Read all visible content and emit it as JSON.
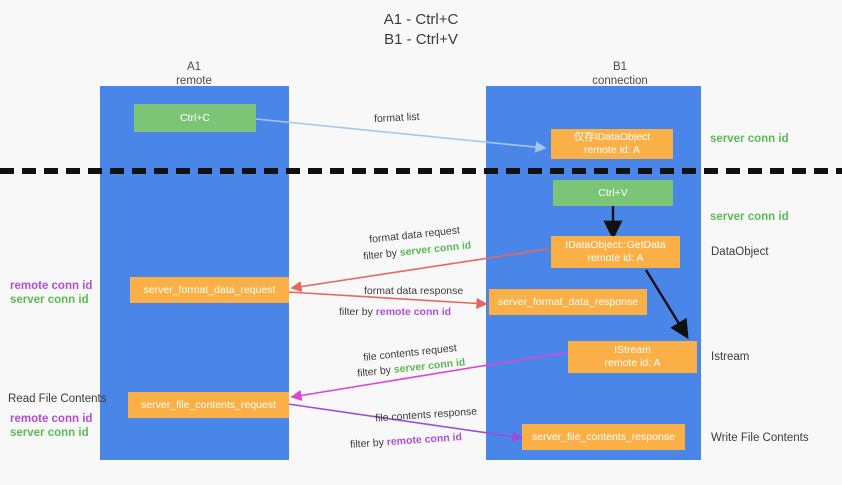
{
  "title": {
    "line1": "A1 - Ctrl+C",
    "line2": "B1 - Ctrl+V"
  },
  "columns": [
    {
      "name": "A1",
      "sub": "remote"
    },
    {
      "name": "B1",
      "sub": "connection"
    }
  ],
  "colors": {
    "lane": "#4a86e8",
    "orange": "#fbb047",
    "green_box": "#7cc576",
    "green_text": "#5bba52",
    "purple_text": "#b04ed6",
    "arrow_blue": "#a7c7ea",
    "arrow_red": "#e8665f",
    "arrow_magenta": "#d64ad6",
    "arrow_purple": "#9b4edb",
    "arrow_black": "#111111",
    "background": "#f8f8f8"
  },
  "boxes": {
    "ctrl_c": {
      "label": "Ctrl+C"
    },
    "ctrl_v": {
      "label": "Ctrl+V"
    },
    "data_object_recv": {
      "line1": "仅存IDataObject",
      "line2": "remote id: A"
    },
    "get_data": {
      "line1": "IDataObject::GetData",
      "line2": "remote id: A"
    },
    "istream": {
      "line1": "IStream",
      "line2": "remote id: A"
    },
    "format_data_request": {
      "label": "server_format_data_request"
    },
    "format_data_response": {
      "label": "server_format_data_response"
    },
    "file_contents_request": {
      "label": "server_file_contents_request"
    },
    "file_contents_response": {
      "label": "server_file_contents_response"
    }
  },
  "edge_labels": {
    "format_list": "format list",
    "format_data_request": "format data request",
    "format_data_request_filter_prefix": "filter by ",
    "format_data_request_filter_value": "server conn id",
    "format_data_response": "format data response",
    "format_data_response_filter_prefix": "filter by ",
    "format_data_response_filter_value": "remote conn id",
    "file_contents_request": "file contents request",
    "file_contents_request_filter_prefix": "filter by ",
    "file_contents_request_filter_value": "server conn id",
    "file_contents_response": "file contents response",
    "file_contents_response_filter_prefix": "filter by ",
    "file_contents_response_filter_value": "remote conn id"
  },
  "right_labels": {
    "server_conn_id_top": "server conn id",
    "server_conn_id_mid": "server conn id",
    "data_object": "DataObject",
    "istream": "Istream",
    "write_file_contents": "Write File Contents"
  },
  "left_labels": {
    "remote_conn_id_upper": "remote conn id",
    "server_conn_id_upper": "server conn id",
    "read_file_contents": "Read File Contents",
    "remote_conn_id_lower": "remote conn id",
    "server_conn_id_lower": "server conn id"
  }
}
